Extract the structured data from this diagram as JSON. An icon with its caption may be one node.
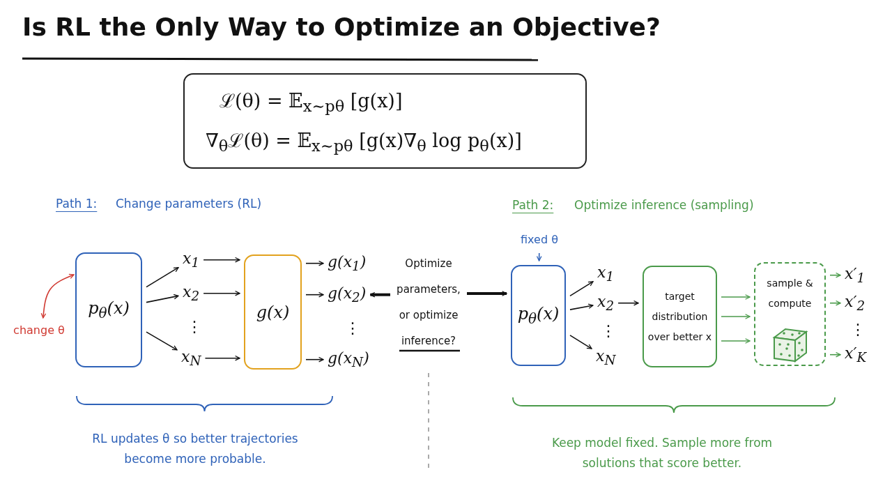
{
  "diagram": {
    "title": "Is RL the Only Way to Optimize an Objective?",
    "nodes": [
      {
        "text": [
          "ℒ(θ) = 𝔼$_{x∼pθ}$ [g(x)]",
          "∇$_{θ}$ℒ(θ) = 𝔼$_{x∼pθ}$ [g(x)∇$_{θ}$ log p$_{θ}$(x)]"
        ]
      },
      {
        "text": [
          "change θ"
        ]
      },
      {
        "text": [
          "p$_{θ}$(x)"
        ]
      },
      {
        "text": [
          "x$_{1}$"
        ]
      },
      {
        "text": [
          "x$_{2}$"
        ]
      },
      {
        "text": [
          "x$_{N}$"
        ]
      },
      {
        "text": [
          "g(x)"
        ]
      },
      {
        "text": [
          "g(x$_{1}$)"
        ]
      },
      {
        "text": [
          "g(x$_{2}$)"
        ]
      },
      {
        "text": [
          "g(x$_{N}$)"
        ]
      },
      {
        "text": [
          "Optimize parameters, or optimize inference?"
        ]
      },
      {
        "text": [
          "fixed θ"
        ]
      },
      {
        "text": [
          "p$_{θ}$(x)"
        ]
      },
      {
        "text": [
          "x$_{1}$"
        ]
      },
      {
        "text": [
          "x$_{2}$"
        ]
      },
      {
        "text": [
          "x$_{N}$"
        ]
      },
      {
        "text": [
          "target distribution over better x"
        ]
      },
      {
        "text": [
          "sample & compute"
        ]
      },
      {
        "text": [
          "x′$_{1}$"
        ]
      },
      {
        "text": [
          "x′$_{2}$"
        ]
      },
      {
        "text": [
          "x′$_{K}$"
        ]
      }
    ],
    "edges": [
      {
        "from": 1,
        "to": 2,
        "arrow": "both",
        "color": "#d03a32"
      },
      {
        "from": 2,
        "to": 3,
        "arrow": "to"
      },
      {
        "from": 2,
        "to": 4,
        "arrow": "to"
      },
      {
        "from": 2,
        "to": 5,
        "arrow": "to"
      },
      {
        "from": 3,
        "to": 6,
        "arrow": "to"
      },
      {
        "from": 4,
        "to": 6,
        "arrow": "to"
      },
      {
        "from": 5,
        "to": 6,
        "arrow": "to"
      },
      {
        "from": 6,
        "to": 7,
        "arrow": "to"
      },
      {
        "from": 6,
        "to": 8,
        "arrow": "to"
      },
      {
        "from": 6,
        "to": 9,
        "arrow": "to"
      },
      {
        "from": 10,
        "to": 8,
        "arrow": "to",
        "style": "thick"
      },
      {
        "from": 10,
        "to": 12,
        "arrow": "to",
        "style": "thick"
      },
      {
        "from": 11,
        "to": 12,
        "arrow": "to",
        "color": "#2f62b8"
      },
      {
        "from": 12,
        "to": 13,
        "arrow": "to"
      },
      {
        "from": 12,
        "to": 14,
        "arrow": "to"
      },
      {
        "from": 12,
        "to": 15,
        "arrow": "to"
      },
      {
        "from": 14,
        "to": 16,
        "arrow": "to"
      },
      {
        "from": 16,
        "to": 17,
        "arrow": "to",
        "color": "#4a9a4a"
      },
      {
        "from": 16,
        "to": 17,
        "arrow": "to",
        "color": "#4a9a4a"
      },
      {
        "from": 16,
        "to": 17,
        "arrow": "to",
        "color": "#4a9a4a"
      },
      {
        "from": 17,
        "to": 18,
        "arrow": "to",
        "color": "#4a9a4a"
      },
      {
        "from": 17,
        "to": 19,
        "arrow": "to",
        "color": "#4a9a4a"
      },
      {
        "from": 17,
        "to": 20,
        "arrow": "to",
        "color": "#4a9a4a"
      }
    ],
    "labels": [
      "Path 1:",
      "Change parameters (RL)",
      "Path 2:",
      "Optimize inference (sampling)",
      "⋮",
      "⋮",
      "⋮",
      "⋮",
      "RL updates θ so better trajectories become more probable.",
      "Keep model fixed. Sample more from solutions that score better."
    ]
  }
}
